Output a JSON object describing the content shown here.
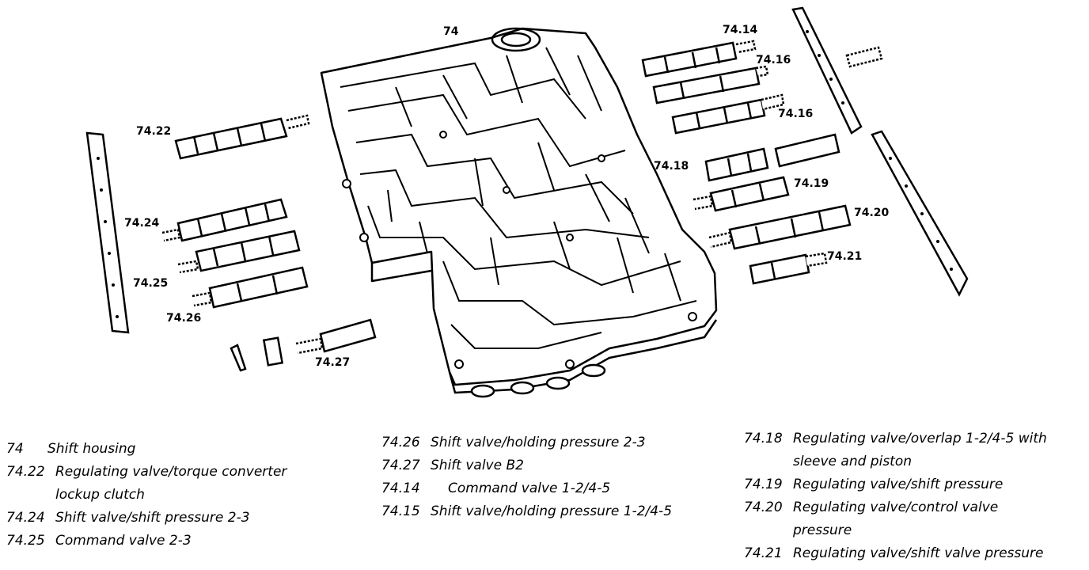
{
  "diagram": {
    "callouts": {
      "c74": "74",
      "c7414": "74.14",
      "c7416a": "74.16",
      "c7416b": "74.16",
      "c7418": "74.18",
      "c7419": "74.19",
      "c7420": "74.20",
      "c7421": "74.21",
      "c7422": "74.22",
      "c7424": "74.24",
      "c7425": "74.25",
      "c7426": "74.26",
      "c7427": "74.27"
    }
  },
  "legend": {
    "col1": [
      {
        "num": "74",
        "text": "Shift housing",
        "cont": ""
      },
      {
        "num": "74.22",
        "text": "Regulating valve/torque converter",
        "cont": "lockup clutch"
      },
      {
        "num": "74.24",
        "text": "Shift valve/shift pressure 2-3",
        "cont": ""
      },
      {
        "num": "74.25",
        "text": "Command valve 2-3",
        "cont": ""
      }
    ],
    "col2": [
      {
        "num": "74.26",
        "text": "Shift valve/holding pressure 2-3",
        "cont": ""
      },
      {
        "num": "74.27",
        "text": "Shift valve B2",
        "cont": ""
      },
      {
        "num": "74.14",
        "text": "Command valve 1-2/4-5",
        "cont": ""
      },
      {
        "num": "74.15",
        "text": "Shift valve/holding pressure 1-2/4-5",
        "cont": ""
      }
    ],
    "col3": [
      {
        "num": "74.18",
        "text": "Regulating valve/overlap 1-2/4-5 with",
        "cont": "sleeve and piston"
      },
      {
        "num": "74.19",
        "text": "Regulating valve/shift pressure",
        "cont": ""
      },
      {
        "num": "74.20",
        "text": "Regulating valve/control valve",
        "cont": "pressure"
      },
      {
        "num": "74.21",
        "text": "Regulating valve/shift valve pressure",
        "cont": ""
      }
    ]
  }
}
